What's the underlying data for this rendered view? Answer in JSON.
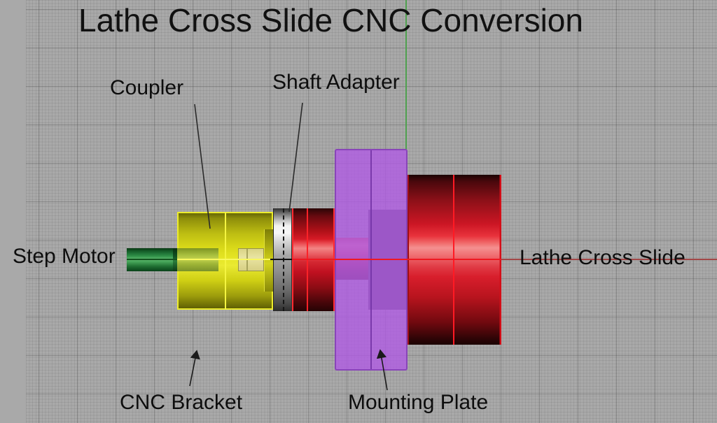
{
  "viewport": {
    "title": "Lathe Cross Slide CNC Conversion",
    "annotations": {
      "coupler": "Coupler",
      "shaft_adapter": "Shaft Adapter",
      "step_motor": "Step Motor",
      "lathe_cross_slide": "Lathe Cross Slide",
      "cnc_bracket": "CNC Bracket",
      "mounting_plate": "Mounting Plate"
    },
    "colors": {
      "background": "#a9a9a9",
      "vertical_axis": "#4fa04f",
      "horizontal_axis_bright": "#ee1822",
      "horizontal_axis_muted": "#a24747",
      "step_motor_shaft": "#2f9048",
      "coupler_bracket": "#d8d818",
      "shaft_adapter": "#c4c4c4",
      "lead_screw": "#d61a26",
      "mounting_plate": "#b15ae5",
      "lathe_cross_slide": "#cc1624",
      "label_text": "#0d0d0d"
    }
  }
}
